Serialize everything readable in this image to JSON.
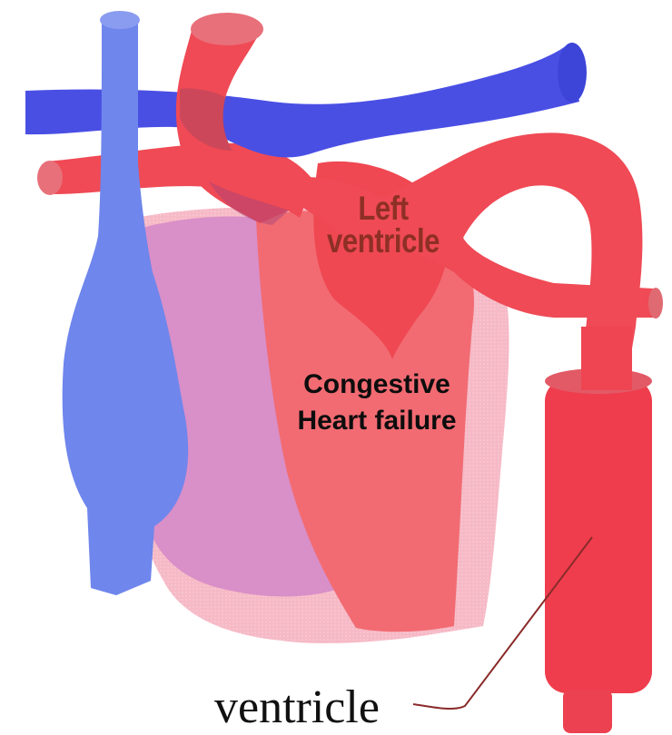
{
  "labels": {
    "left_ventricle": {
      "line1": "Left",
      "line2": "ventricle"
    },
    "congestive_heart_failure": {
      "line1": "Congestive",
      "line2": "Heart failure"
    },
    "ventricle": "ventricle"
  },
  "colors": {
    "vein_blue": "#4a56e6",
    "vena_cava_blue": "#6f86ec",
    "artery_red": "#f04a55",
    "heart_pink": "#f6b9c6",
    "right_side_magenta": "#d98fc8",
    "left_ventricle_red": "#f26b72",
    "leader_line": "#8a2a2a"
  }
}
